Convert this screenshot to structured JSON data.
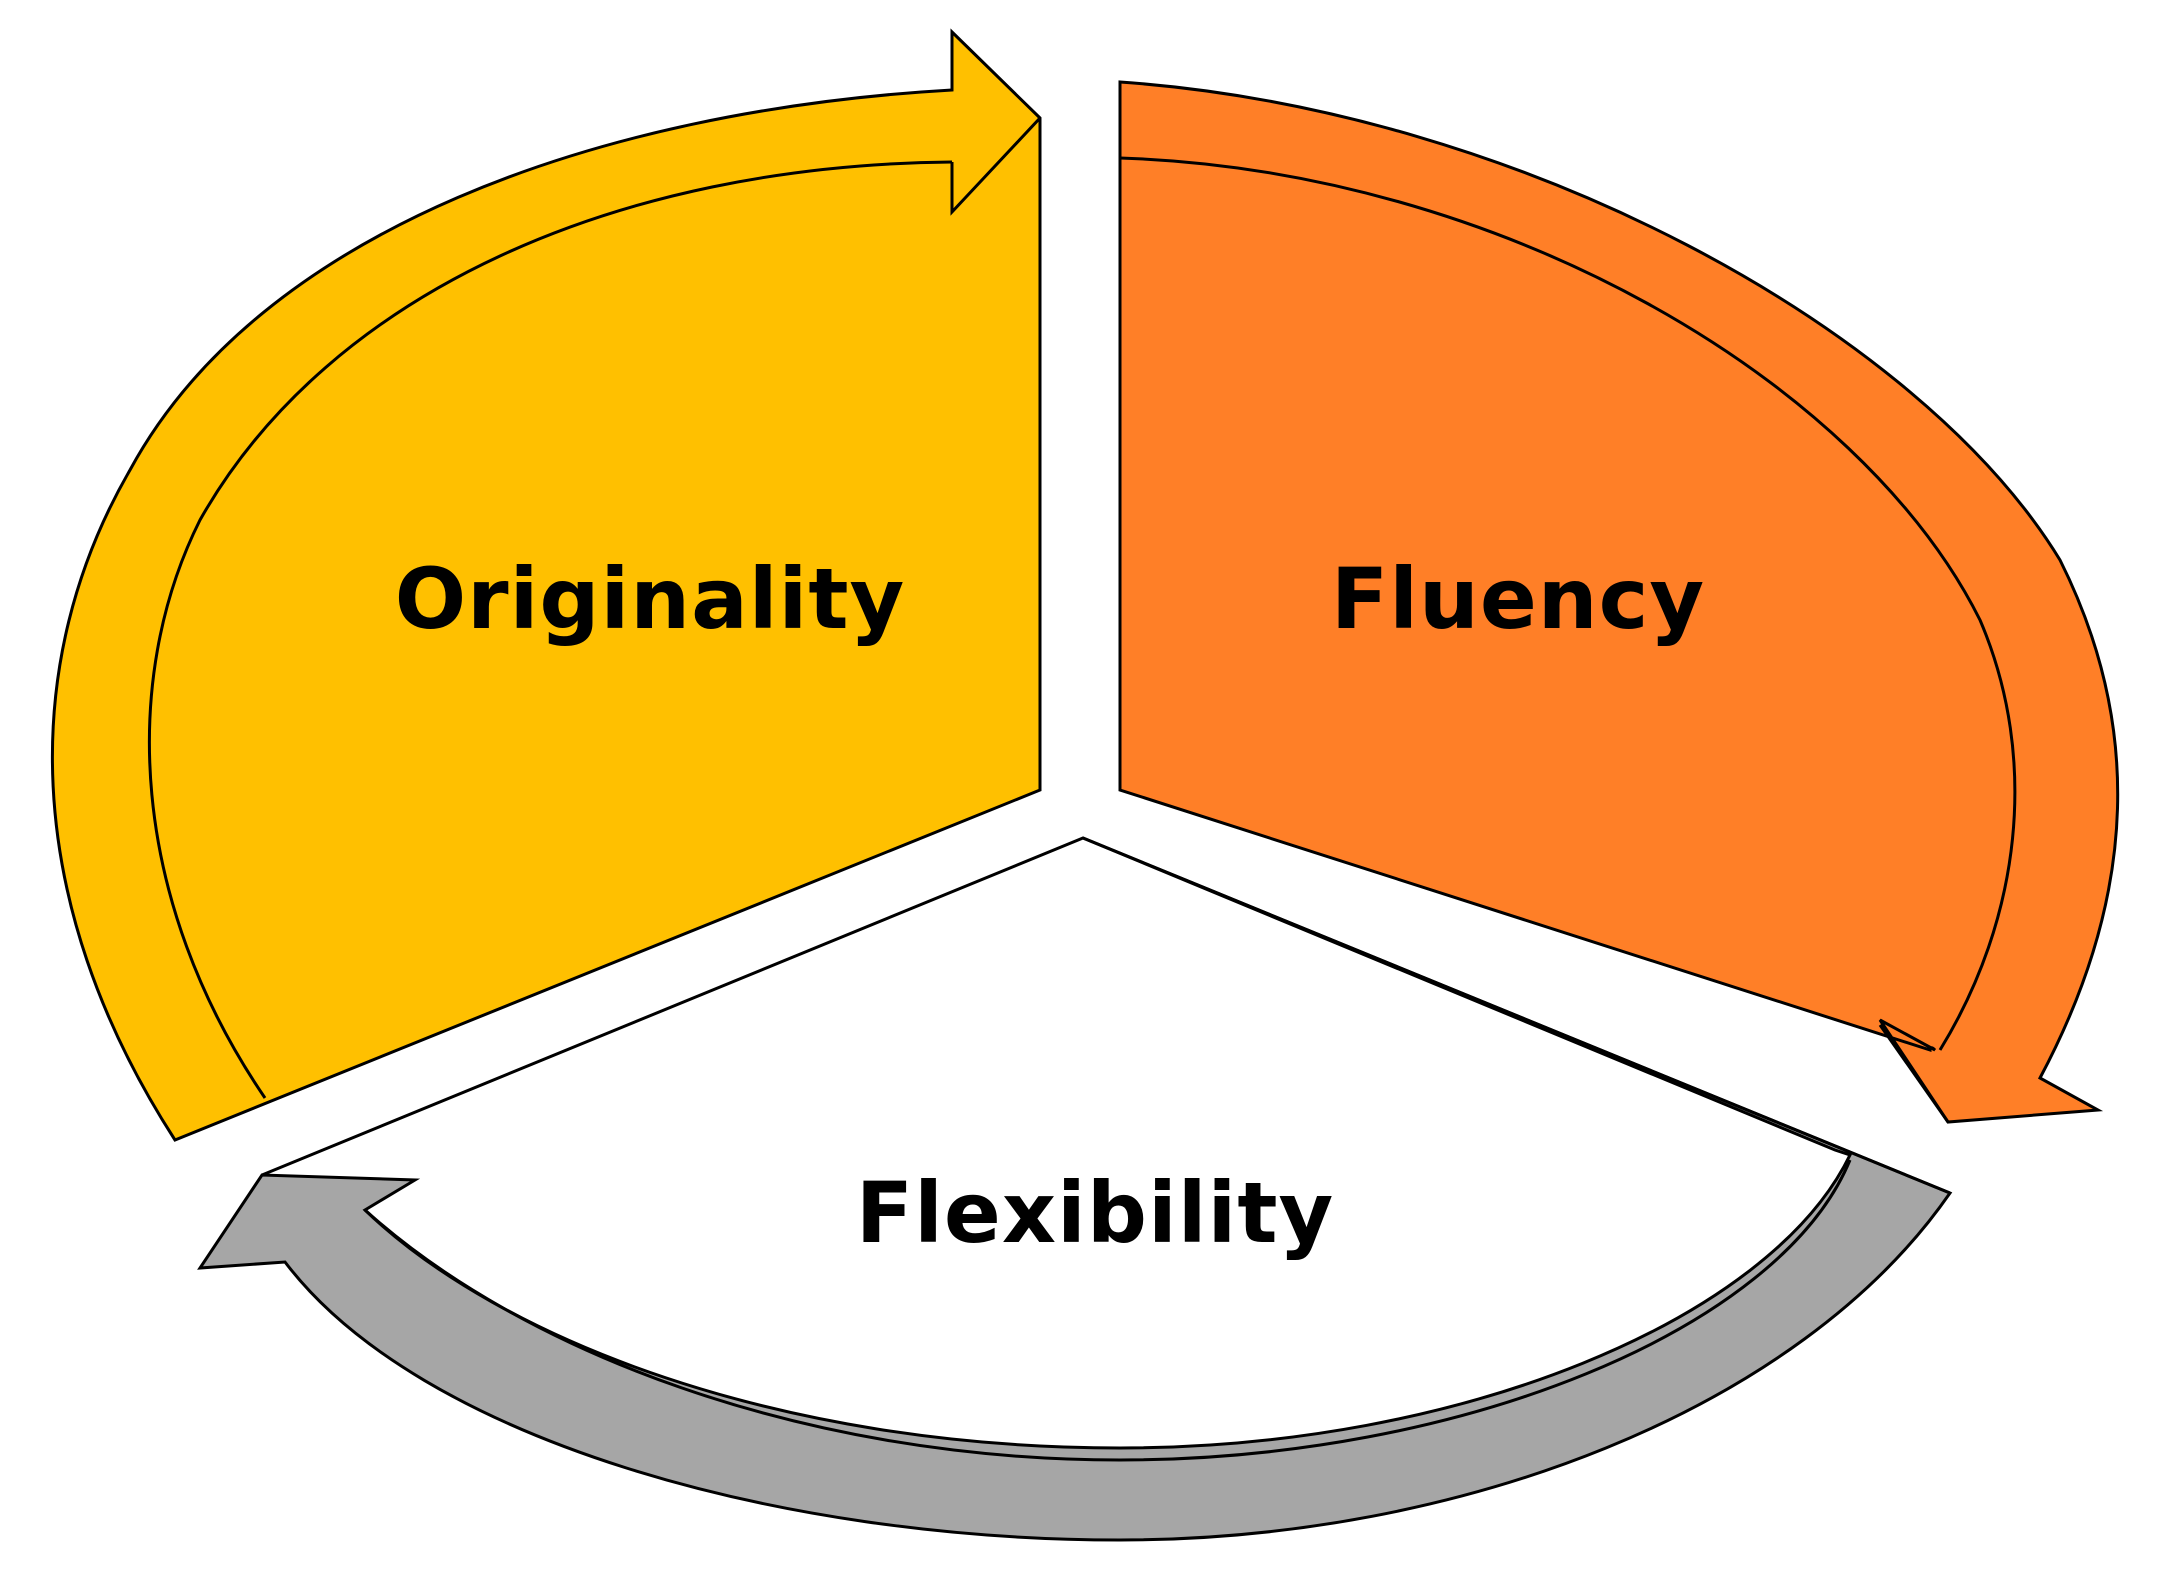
{
  "diagram": {
    "segments": [
      {
        "id": "originality",
        "label": "Originality",
        "color": "#FFC000"
      },
      {
        "id": "fluency",
        "label": "Fluency",
        "color": "#FF7F27"
      },
      {
        "id": "flexibility",
        "label": "Flexibility",
        "color": "#A6A6A6"
      }
    ]
  }
}
